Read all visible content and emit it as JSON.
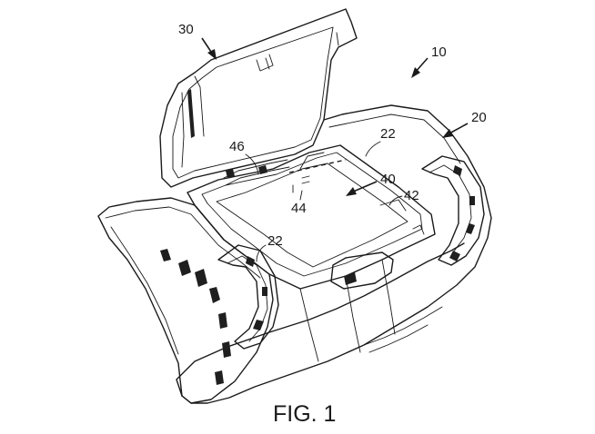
{
  "figure": {
    "caption": "FIG. 1",
    "labels": {
      "l30": "30",
      "l10": "10",
      "l20": "20",
      "l22a": "22",
      "l46": "46",
      "l40": "40",
      "l42": "42",
      "l44": "44",
      "l22b": "22"
    }
  }
}
